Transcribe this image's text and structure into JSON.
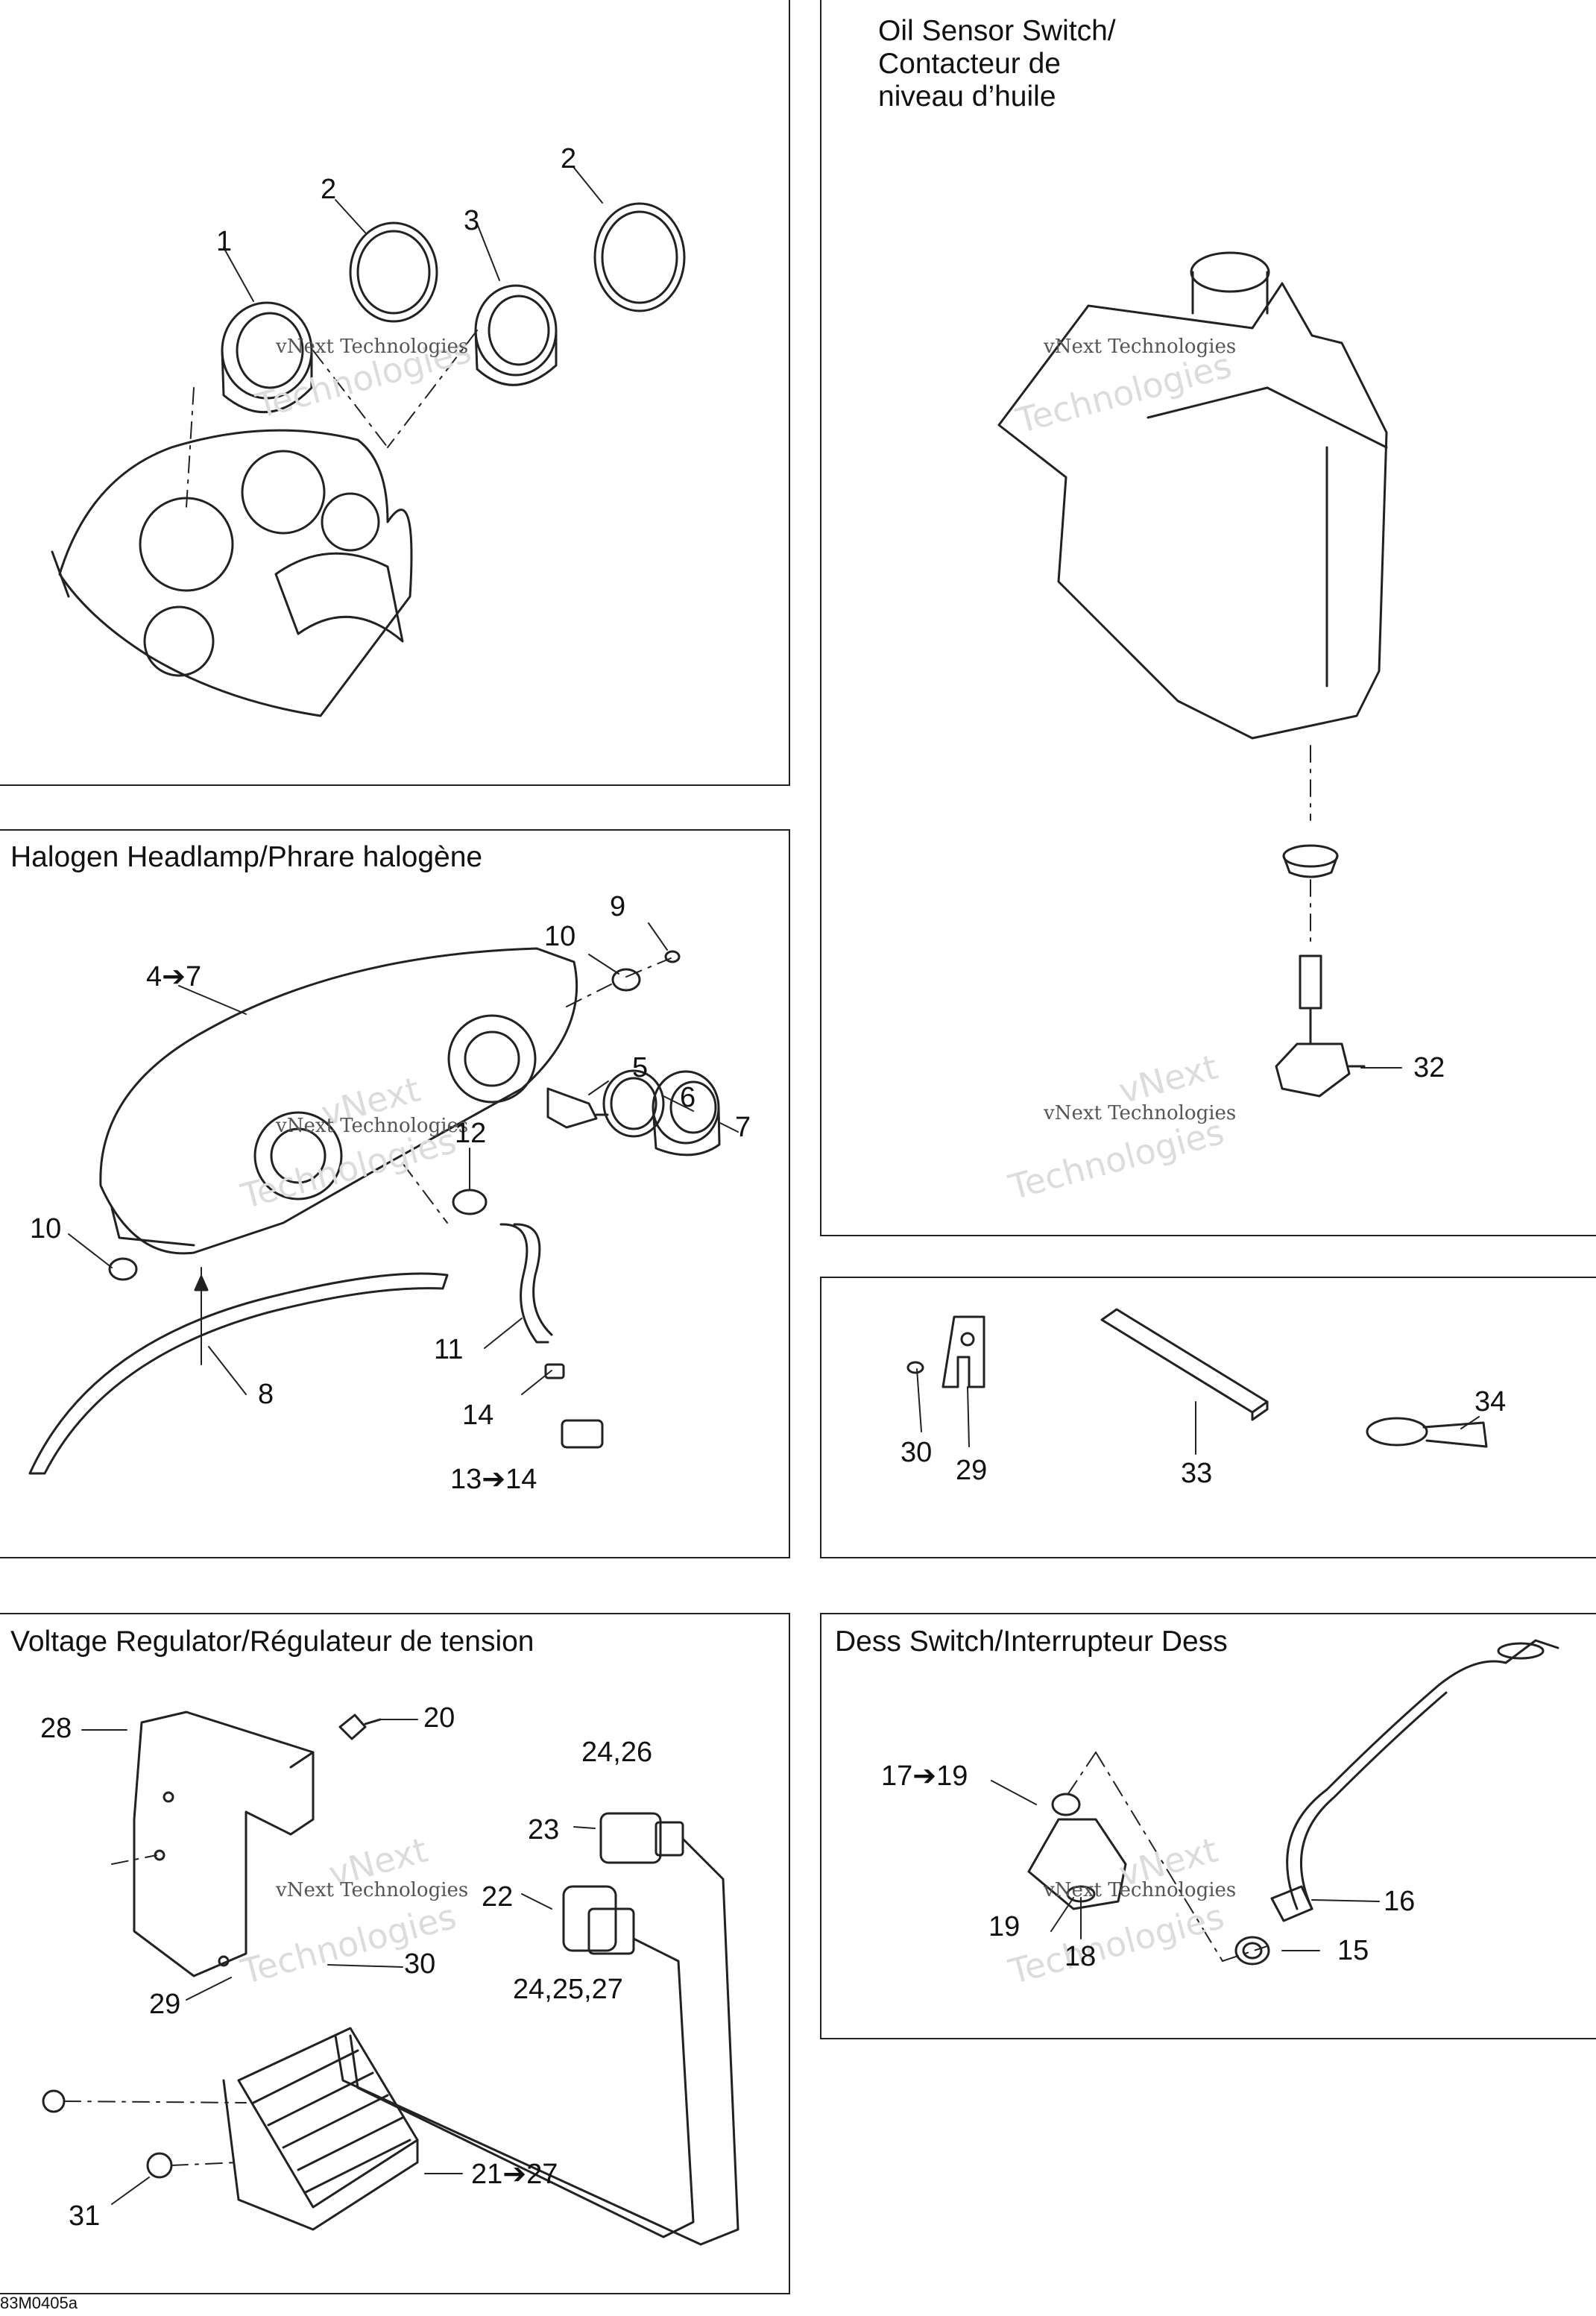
{
  "panels": {
    "instrument": {
      "title": ""
    },
    "oil_sensor": {
      "title": "Oil Sensor Switch/\nContacteur de\nniveau d’huile"
    },
    "headlamp": {
      "title": "Halogen Headlamp/Phrare halogène"
    },
    "hardware": {
      "title": ""
    },
    "regulator": {
      "title": "Voltage Regulator/Régulateur de tension"
    },
    "dess": {
      "title": "Dess Switch/Interrupteur Dess"
    }
  },
  "callouts": {
    "c1": "1",
    "c2a": "2",
    "c3": "3",
    "c2b": "2",
    "c4to7": "4➔7",
    "c5": "5",
    "c6": "6",
    "c7": "7",
    "c9": "9",
    "c10a": "10",
    "c10b": "10",
    "c12": "12",
    "c11": "11",
    "c8": "8",
    "c14": "14",
    "c13to14": "13➔14",
    "c32": "32",
    "c30a": "30",
    "c29a": "29",
    "c33": "33",
    "c34": "34",
    "c28": "28",
    "c20": "20",
    "c2426": "24,26",
    "c23": "23",
    "c22": "22",
    "c242527": "24,25,27",
    "c30b": "30",
    "c29b": "29",
    "c21to27": "21➔27",
    "c31": "31",
    "c17to19": "17➔19",
    "c16": "16",
    "c19": "19",
    "c18": "18",
    "c15": "15"
  },
  "watermark": {
    "line1": "vNext Technologies",
    "line2": "vNext",
    "line3": "Technologies"
  },
  "footer": {
    "code": "83M0405a"
  }
}
